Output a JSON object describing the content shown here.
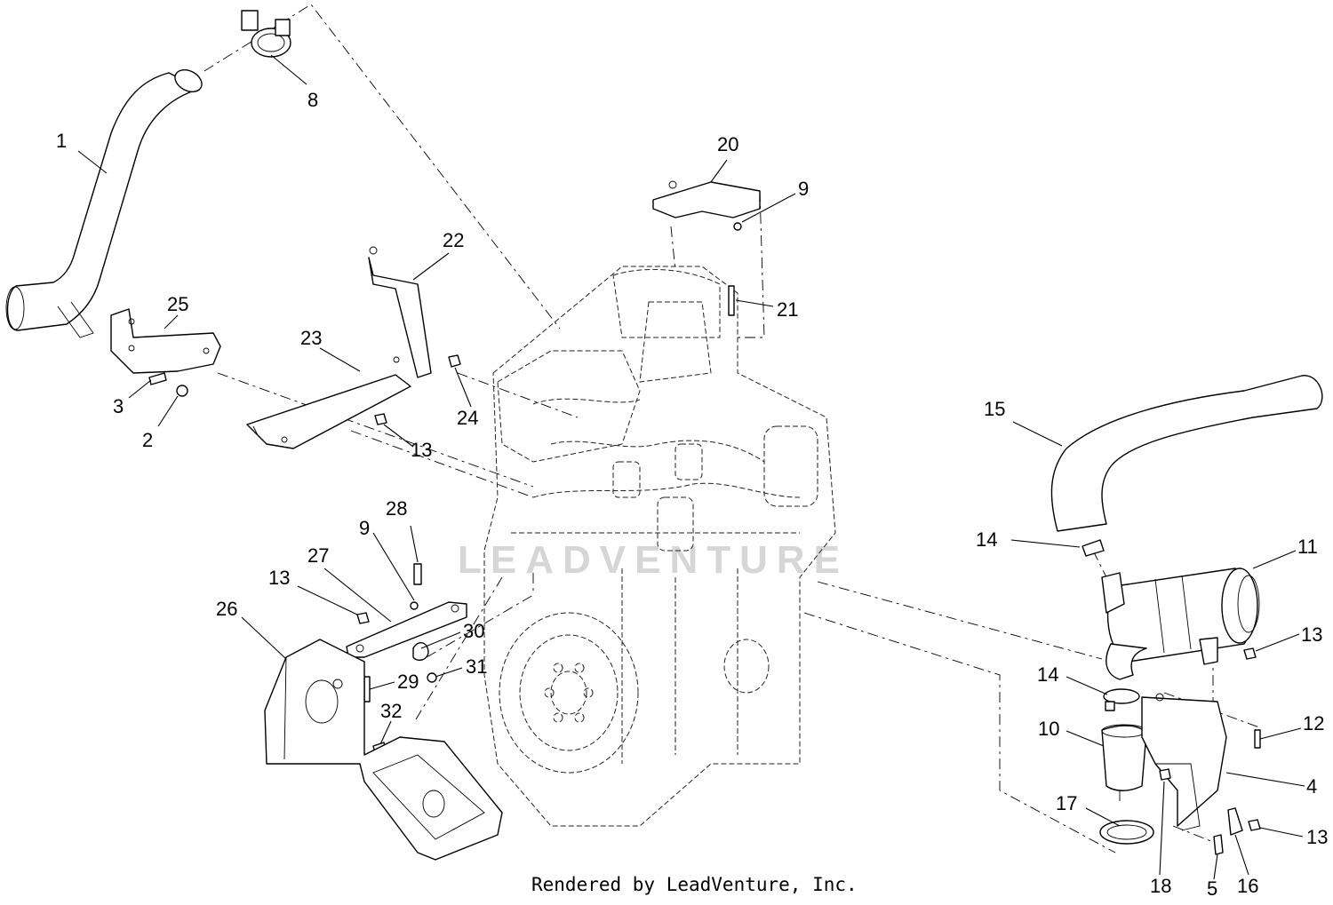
{
  "callouts": [
    "1",
    "8",
    "25",
    "3",
    "2",
    "23",
    "22",
    "24",
    "13",
    "20",
    "9",
    "21",
    "15",
    "14",
    "11",
    "13",
    "28",
    "9",
    "27",
    "13",
    "26",
    "30",
    "31",
    "29",
    "32",
    "14",
    "10",
    "12",
    "4",
    "17",
    "18",
    "5",
    "16",
    "13"
  ],
  "watermark": "LEADVENTURE",
  "credit": "Rendered by LeadVenture, Inc."
}
